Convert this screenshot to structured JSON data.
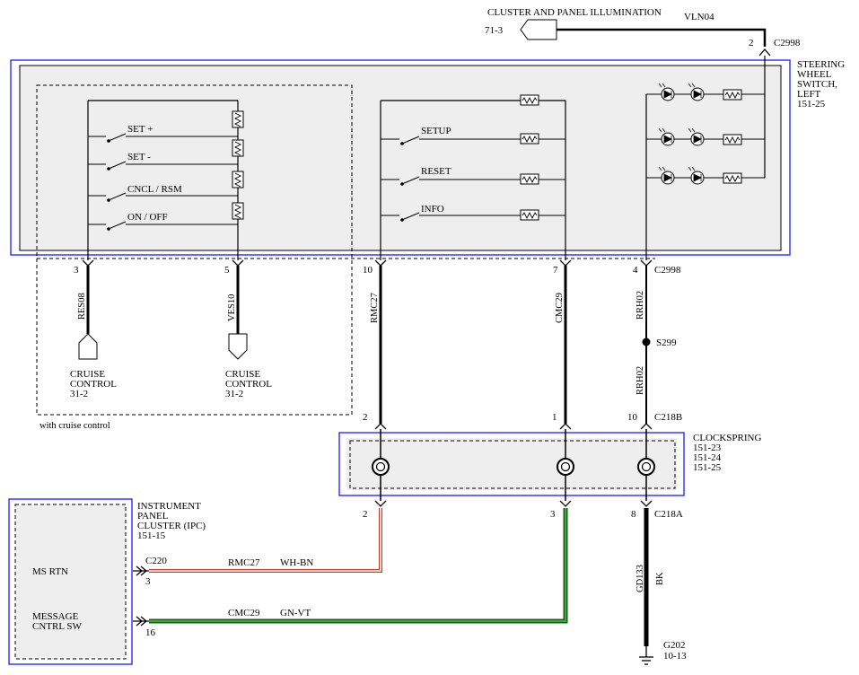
{
  "illumination": {
    "title": "CLUSTER AND PANEL ILLUMINATION",
    "page_ref": "71-3",
    "circuit": "VLN04",
    "pin": "2",
    "connector": "C2998"
  },
  "steering_switch": {
    "line1": "STEERING",
    "line2": "WHEEL",
    "line3": "SWITCH,",
    "line4": "LEFT",
    "ref": "151-25"
  },
  "switches": {
    "set_plus": "SET +",
    "set_minus": "SET -",
    "cncl_rsm": "CNCL / RSM",
    "on_off": "ON / OFF",
    "setup": "SETUP",
    "reset": "RESET",
    "info": "INFO"
  },
  "pins_top": {
    "p3": "3",
    "p5": "5",
    "p10": "10",
    "p7": "7",
    "p4": "4",
    "connector": "C2998"
  },
  "wires": {
    "res08": "RES08",
    "ves10": "VES10",
    "rmc27": "RMC27",
    "cmc29": "CMC29",
    "rrh02_a": "RRH02",
    "rrh02_b": "RRH02",
    "gd133": "GD133",
    "bk": "BK"
  },
  "cruise_a": {
    "line1": "CRUISE",
    "line2": "CONTROL",
    "ref": "31-2"
  },
  "cruise_b": {
    "line1": "CRUISE",
    "line2": "CONTROL",
    "ref": "31-2"
  },
  "cruise_note": "with cruise control",
  "splice": "S299",
  "clockspring_top": {
    "p2": "2",
    "p1": "1",
    "p10": "10",
    "connector": "C218B"
  },
  "clockspring": {
    "title": "CLOCKSPRING",
    "ref1": "151-23",
    "ref2": "151-24",
    "ref3": "151-25"
  },
  "clockspring_bottom": {
    "p2": "2",
    "p3": "3",
    "p8": "8",
    "connector": "C218A"
  },
  "ipc": {
    "line1": "INSTRUMENT",
    "line2": "PANEL",
    "line3": "CLUSTER (IPC)",
    "ref": "151-15",
    "ms_rtn": "MS RTN",
    "msg_1": "MESSAGE",
    "msg_2": "CNTRL SW",
    "connector": "C220",
    "pin3": "3",
    "pin16": "16"
  },
  "bottom_wires": {
    "rmc27": "RMC27",
    "wh_bn": "WH-BN",
    "cmc29": "CMC29",
    "gn_vt": "GN-VT"
  },
  "ground": {
    "name": "G202",
    "ref": "10-13"
  },
  "colors": {
    "frame": "#1a1aff",
    "box_fill": "#eeeeee",
    "green": "#2d8a2d",
    "brown": "#c04030"
  }
}
